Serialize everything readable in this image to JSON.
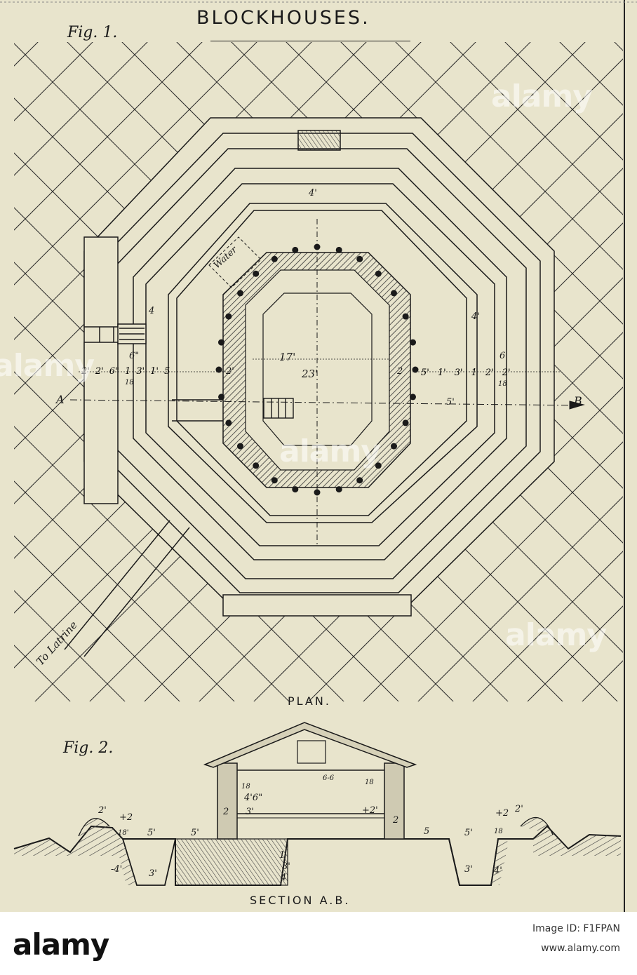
{
  "title": "BLOCKHOUSES.",
  "fig1_label": "Fig. 1.",
  "fig2_label": "Fig. 2.",
  "plan_caption": "PLAN.",
  "section_caption": "SECTION A.B.",
  "plan": {
    "water_label": "Water",
    "latrine_label": "To Latrine",
    "point_a": "A",
    "point_b": "B",
    "inner_width": "23'",
    "inner_depth": "17'",
    "top_ditch": "4'",
    "left_ditch": "4",
    "right_ditch": "4'",
    "left_entry": "6\"",
    "right_entry": "6'",
    "left_dims": [
      "2'",
      "2'",
      "6\"",
      "1",
      "3'",
      "1'",
      "5"
    ],
    "left_eighteen": "18",
    "right_dims": [
      "5'",
      "1'",
      "3'",
      "1",
      "2'",
      "2'"
    ],
    "right_eighteen": "18",
    "inner_two_left": "2'",
    "inner_two_right": "2",
    "axis_five": "5'"
  },
  "section": {
    "left_dims": [
      "2'",
      "+2",
      "18'",
      "5'",
      "5'",
      "-4'",
      "3'"
    ],
    "right_dims": [
      "5",
      "5'",
      "18",
      "+2",
      "2'",
      "3'",
      "4'"
    ],
    "interior_dims": [
      "18",
      "4'6\"",
      "3'",
      "+2'",
      "18",
      "2",
      "2",
      "6-6",
      "1",
      "3'",
      "4'"
    ]
  },
  "watermark": "alamy",
  "footer": {
    "logo": "alamy",
    "image_id_line": "Image ID: F1FPAN",
    "site": "www.alamy.com"
  },
  "colors": {
    "paper": "#e8e4cc",
    "ink": "#1a1a1a",
    "hatch": "#555555",
    "footer_bg": "#ffffff"
  }
}
